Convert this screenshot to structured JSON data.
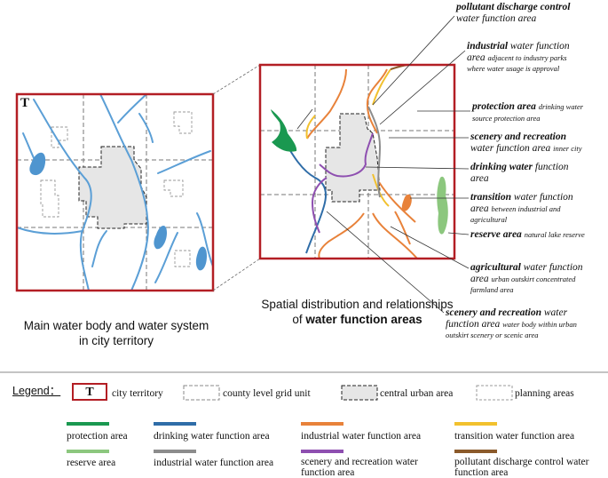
{
  "left_map": {
    "marker": "T",
    "caption": "Main water body and water system in city territory"
  },
  "right_map": {
    "caption_plain": "Spatial distribution and relationships of",
    "caption_bold": "water function areas"
  },
  "annotations": [
    {
      "id": "pollutant",
      "bold": "pollutant discharge control",
      "main": "water function area",
      "small": ""
    },
    {
      "id": "industrial",
      "bold": "industrial",
      "main": "water function",
      "line2_main": "area",
      "small": "adjacent to industry parks",
      "line3_small": "where water usage is approval"
    },
    {
      "id": "protection",
      "bold": "protection area",
      "main": "",
      "small": "drinking water",
      "line2_small": "source protection area"
    },
    {
      "id": "scenery_inner",
      "bold": "scenery and recreation",
      "main": "water function area",
      "small": "inner city"
    },
    {
      "id": "drinking",
      "bold": "drinking water",
      "main": "function",
      "line2_main": "area"
    },
    {
      "id": "transition",
      "bold": "transition",
      "main": "water function",
      "line2_main": "area",
      "small": "between industrial and",
      "line3_small": "agricultural"
    },
    {
      "id": "reserve",
      "bold": "reserve area",
      "small": "natural lake reserve"
    },
    {
      "id": "agricultural",
      "bold": "agricultural",
      "main": "water function",
      "line2_main": "area",
      "small": "urban outskirt concentrated",
      "line3_small": "farmland area"
    },
    {
      "id": "scenery_outskirt",
      "bold": "scenery and recreation",
      "main": "water",
      "line2_main": "function area",
      "small": "water body within urban",
      "line3_small": "outskirt scenery or scenic area"
    }
  ],
  "legend": {
    "title": "Legend：",
    "territory_marker": "T",
    "items_row1": [
      "city territory",
      "county level grid unit",
      "central urban area",
      "planning areas"
    ],
    "lines": [
      {
        "label": "protection area",
        "color": "#1a9850"
      },
      {
        "label": "drinking water function area",
        "color": "#2f6da8"
      },
      {
        "label": "industrial water function area",
        "color": "#e8823a"
      },
      {
        "label": "transition water function area",
        "color": "#f2c12e"
      },
      {
        "label": "reserve area",
        "color": "#8cc77e"
      },
      {
        "label": "industrial water function area",
        "color": "#8c8c8c"
      },
      {
        "label": "scenery and recreation water function area",
        "color": "#8e4fb0"
      },
      {
        "label": "pollutant discharge control water function area",
        "color": "#8b5a2b"
      }
    ]
  },
  "colors": {
    "frame": "#b31e24",
    "river": "#5b9fd6",
    "lake": "#4f95cf",
    "urban_fill": "#e6e6e6"
  }
}
